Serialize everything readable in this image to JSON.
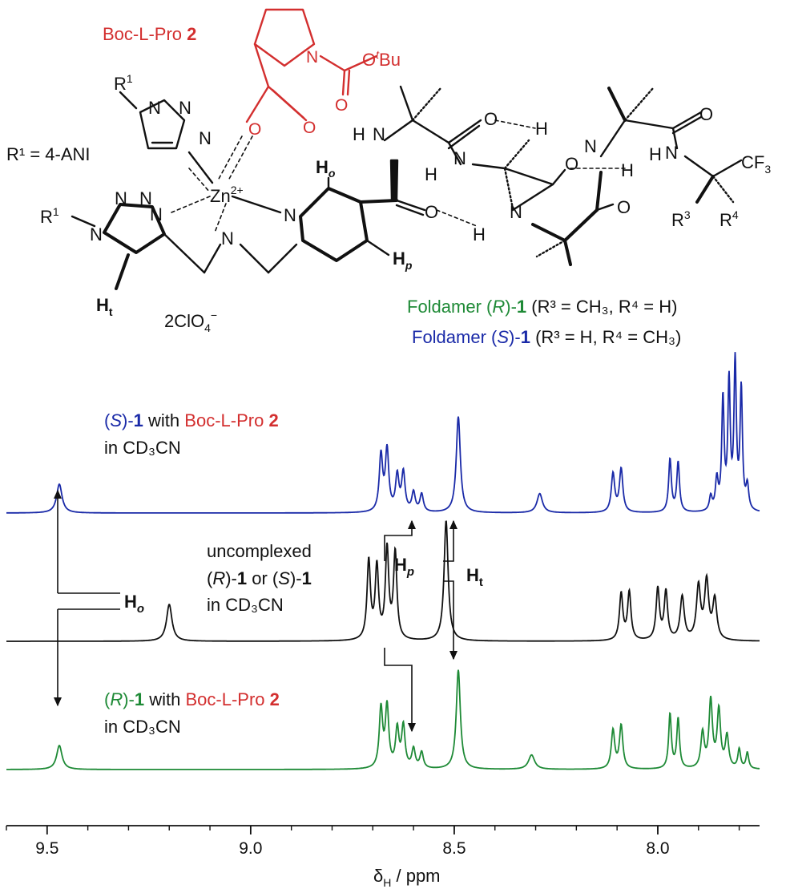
{
  "colors": {
    "black": "#111111",
    "red": "#d32f2f",
    "green": "#1e8a36",
    "blue": "#1a2aa8"
  },
  "structure": {
    "boc_label": "Boc-L-Pro",
    "boc_num": "2",
    "otbu_o": "O",
    "otbu_t": "t",
    "otbu_bu": "Bu",
    "r1_def": "R¹ = 4-ANI",
    "r1": "R",
    "r1_sup": "1",
    "zn": "Zn",
    "zn_charge": "2+",
    "ho": "H",
    "ho_sub": "o",
    "hp": "H",
    "hp_sub": "p",
    "ht": "H",
    "ht_sub": "t",
    "clo4_a": "2ClO",
    "clo4_sub": "4",
    "clo4_sup": "−",
    "cf3": "CF",
    "cf3_sub": "3",
    "r3": "R",
    "r3_sup": "3",
    "r4": "R",
    "r4_sup": "4",
    "atom_N": "N",
    "atom_O": "O",
    "atom_H": "H"
  },
  "foldamers": {
    "r_line": {
      "prefix": "Foldamer (",
      "stereo": "R",
      "mid": ")-",
      "num": "1",
      "rest": " (R³ = CH₃, R⁴ = H)"
    },
    "s_line": {
      "prefix": "Foldamer (",
      "stereo": "S",
      "mid": ")-",
      "num": "1",
      "rest": " (R³ = H, R⁴ = CH₃)"
    }
  },
  "spectra_labels": {
    "s": {
      "open": "(",
      "stereo": "S",
      "close": ")-",
      "num": "1",
      "with": " with ",
      "boc": "Boc-L-Pro ",
      "boc_num": "2",
      "solvent": "in CD₃CN"
    },
    "mid": {
      "line1": "uncomplexed",
      "line2_a": "(",
      "line2_r": "R",
      "line2_b": ")-",
      "line2_1": "1",
      "line2_or": " or (",
      "line2_s": "S",
      "line2_c": ")-",
      "line2_1b": "1",
      "line3": "in CD₃CN"
    },
    "r": {
      "open": "(",
      "stereo": "R",
      "close": ")-",
      "num": "1",
      "with": " with ",
      "boc": "Boc-L-Pro ",
      "boc_num": "2",
      "solvent": "in CD₃CN"
    },
    "ho": "H",
    "ho_sub": "o",
    "hp": "H",
    "hp_sub": "p",
    "ht": "H",
    "ht_sub": "t"
  },
  "axis": {
    "label": "δH / ppm",
    "xlim": [
      9.6,
      7.75
    ],
    "ticks": [
      {
        "v": 9.5,
        "label": "9.5"
      },
      {
        "v": 9.0,
        "label": "9.0"
      },
      {
        "v": 8.5,
        "label": "8.5"
      },
      {
        "v": 8.0,
        "label": "8.0"
      }
    ],
    "minor_step": 0.1
  },
  "spectra": [
    {
      "name": "S-complex",
      "color": "#1a2aa8",
      "baseline": 640,
      "peaks": [
        [
          9.47,
          36,
          0.008
        ],
        [
          8.68,
          70,
          0.005
        ],
        [
          8.665,
          76,
          0.005
        ],
        [
          8.64,
          44,
          0.005
        ],
        [
          8.625,
          48,
          0.005
        ],
        [
          8.6,
          24,
          0.005
        ],
        [
          8.58,
          22,
          0.005
        ],
        [
          8.49,
          120,
          0.006
        ],
        [
          8.29,
          24,
          0.008
        ],
        [
          8.11,
          48,
          0.005
        ],
        [
          8.09,
          54,
          0.005
        ],
        [
          7.97,
          66,
          0.004
        ],
        [
          7.95,
          62,
          0.004
        ],
        [
          7.87,
          18,
          0.004
        ],
        [
          7.855,
          38,
          0.004
        ],
        [
          7.84,
          138,
          0.0035
        ],
        [
          7.825,
          158,
          0.0035
        ],
        [
          7.81,
          182,
          0.0035
        ],
        [
          7.795,
          150,
          0.0035
        ],
        [
          7.78,
          30,
          0.004
        ]
      ]
    },
    {
      "name": "uncomplexed",
      "color": "#111111",
      "baseline": 800,
      "peaks": [
        [
          9.2,
          46,
          0.008
        ],
        [
          8.71,
          98,
          0.005
        ],
        [
          8.69,
          90,
          0.005
        ],
        [
          8.665,
          112,
          0.005
        ],
        [
          8.645,
          108,
          0.005
        ],
        [
          8.52,
          150,
          0.006
        ],
        [
          8.09,
          58,
          0.005
        ],
        [
          8.07,
          60,
          0.005
        ],
        [
          8.0,
          64,
          0.005
        ],
        [
          7.98,
          60,
          0.005
        ],
        [
          7.94,
          54,
          0.006
        ],
        [
          7.9,
          66,
          0.006
        ],
        [
          7.88,
          72,
          0.006
        ],
        [
          7.86,
          50,
          0.006
        ]
      ]
    },
    {
      "name": "R-complex",
      "color": "#1e8a36",
      "baseline": 960,
      "peaks": [
        [
          9.47,
          30,
          0.008
        ],
        [
          8.68,
          74,
          0.005
        ],
        [
          8.665,
          76,
          0.005
        ],
        [
          8.64,
          48,
          0.005
        ],
        [
          8.625,
          52,
          0.005
        ],
        [
          8.6,
          24,
          0.005
        ],
        [
          8.58,
          20,
          0.005
        ],
        [
          8.49,
          124,
          0.006
        ],
        [
          8.31,
          18,
          0.009
        ],
        [
          8.11,
          48,
          0.005
        ],
        [
          8.09,
          54,
          0.005
        ],
        [
          7.97,
          68,
          0.004
        ],
        [
          7.95,
          62,
          0.004
        ],
        [
          7.89,
          44,
          0.005
        ],
        [
          7.87,
          84,
          0.005
        ],
        [
          7.85,
          72,
          0.005
        ],
        [
          7.83,
          40,
          0.005
        ],
        [
          7.8,
          24,
          0.004
        ],
        [
          7.78,
          20,
          0.004
        ]
      ]
    }
  ]
}
